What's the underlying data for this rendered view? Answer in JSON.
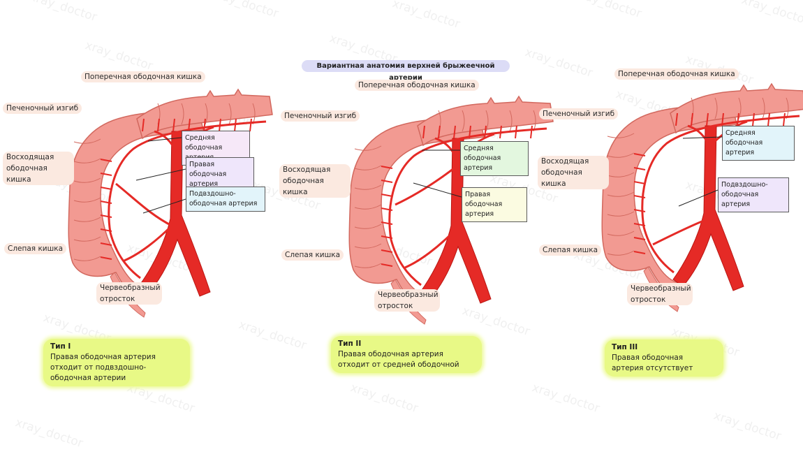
{
  "title": "Вариантная анатомия верхней брыжеечной артерии",
  "watermark": "xray_doctor",
  "colors": {
    "colon_fill": "#f29a92",
    "colon_stroke": "#d2685e",
    "artery": "#e52a26",
    "artery_dark": "#b91612",
    "label_bg": "#fbe9e0",
    "note_bg": "#e8f986",
    "title_bg": "#dcdcf6",
    "box_middle_1": "#f6e8f8",
    "box_right_1": "#efe6fb",
    "box_ileocolic_1": "#e2f4fa",
    "box_middle_2": "#e3f7df",
    "box_right_2": "#fbfbe1",
    "box_middle_3": "#e2f4fa",
    "box_ileocolic_3": "#efe6fb"
  },
  "panels": [
    {
      "labels": {
        "transverse": "Поперечная ободочная кишка",
        "hepatic": "Печеночный изгиб",
        "ascending": "Восходящая ободочная кишка",
        "cecum": "Слепая кишка",
        "appendix": "Червеобразный отросток"
      },
      "boxes": {
        "a": "Средняя ободочная артерия",
        "b": "Правая ободочная артерия",
        "c": "Подвздошно-ободочная артерия"
      },
      "type": "Тип I",
      "description": "Правая ободочная артерия отходит от подвздошно-ободочная артерии"
    },
    {
      "labels": {
        "transverse": "Поперечная ободочная кишка",
        "hepatic": "Печеночный изгиб",
        "ascending": "Восходящая ободочная кишка",
        "cecum": "Слепая кишка",
        "appendix": "Червеобразный отросток"
      },
      "boxes": {
        "a": "Средняя ободочная артерия",
        "b": "Правая ободочная артерия"
      },
      "type": "Тип II",
      "description": "Правая ободочная артерия отходит от средней ободочной"
    },
    {
      "labels": {
        "transverse": "Поперечная ободочная кишка",
        "hepatic": "Печеночный изгиб",
        "ascending": "Восходящая ободочная кишка",
        "cecum": "Слепая кишка",
        "appendix": "Червеобразный отросток"
      },
      "boxes": {
        "a": "Средняя ободочная артерия",
        "b": "Подвздошно-ободочная артерия"
      },
      "type": "Тип III",
      "description": "Правая ободочная артерия отсутствует"
    }
  ]
}
